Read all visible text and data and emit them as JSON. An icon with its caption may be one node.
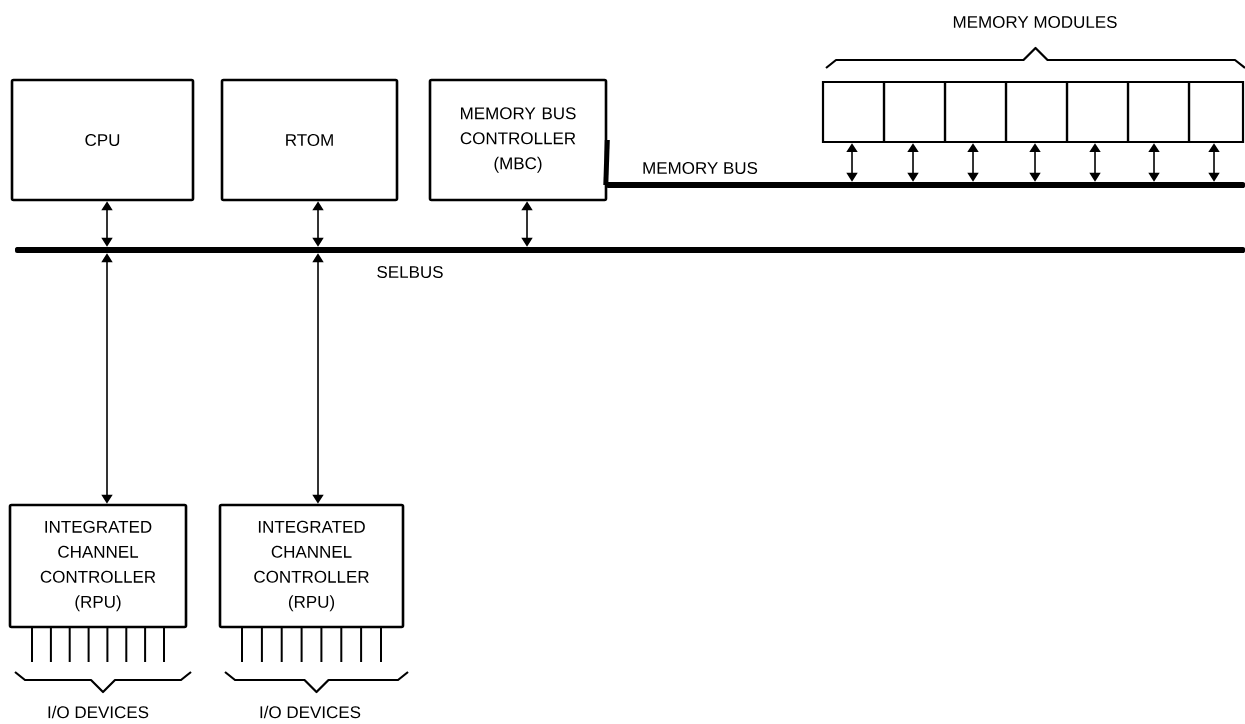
{
  "diagram": {
    "nodes": [
      {
        "text": [
          "CPU"
        ]
      },
      {
        "text": [
          "RTOM"
        ]
      },
      {
        "text": [
          "MEMORY BUS CONTROLLER (MBC)"
        ]
      },
      {
        "text": [],
        "shape": "bar",
        "beside": [
          "SELBUS"
        ]
      },
      {
        "text": [],
        "shape": "bar",
        "beside": [
          "MEMORY BUS"
        ]
      },
      {
        "text": [],
        "shape": "box"
      },
      {
        "text": [],
        "shape": "box"
      },
      {
        "text": [],
        "shape": "box"
      },
      {
        "text": [],
        "shape": "box"
      },
      {
        "text": [],
        "shape": "box"
      },
      {
        "text": [],
        "shape": "box"
      },
      {
        "text": [],
        "shape": "box"
      },
      {
        "text": [
          "INTEGRATED CHANNEL CONTROLLER (RPU)"
        ]
      },
      {
        "text": [
          "INTEGRATED CHANNEL CONTROLLER (RPU)"
        ]
      }
    ],
    "edges": [
      {
        "from": 0,
        "to": 3,
        "arrow": "both"
      },
      {
        "from": 1,
        "to": 3,
        "arrow": "both"
      },
      {
        "from": 2,
        "to": 3,
        "arrow": "both"
      },
      {
        "from": 3,
        "to": 12,
        "arrow": "both"
      },
      {
        "from": 3,
        "to": 13,
        "arrow": "both"
      },
      {
        "from": 2,
        "to": 4,
        "arrow": "none",
        "style": "thick"
      },
      {
        "from": 5,
        "to": 4,
        "arrow": "both"
      },
      {
        "from": 6,
        "to": 4,
        "arrow": "both"
      },
      {
        "from": 7,
        "to": 4,
        "arrow": "both"
      },
      {
        "from": 8,
        "to": 4,
        "arrow": "both"
      },
      {
        "from": 9,
        "to": 4,
        "arrow": "both"
      },
      {
        "from": 10,
        "to": 4,
        "arrow": "both"
      },
      {
        "from": 11,
        "to": 4,
        "arrow": "both"
      }
    ],
    "labels": [
      "MEMORY MODULES",
      "I/O DEVICES",
      "I/O DEVICES"
    ]
  }
}
